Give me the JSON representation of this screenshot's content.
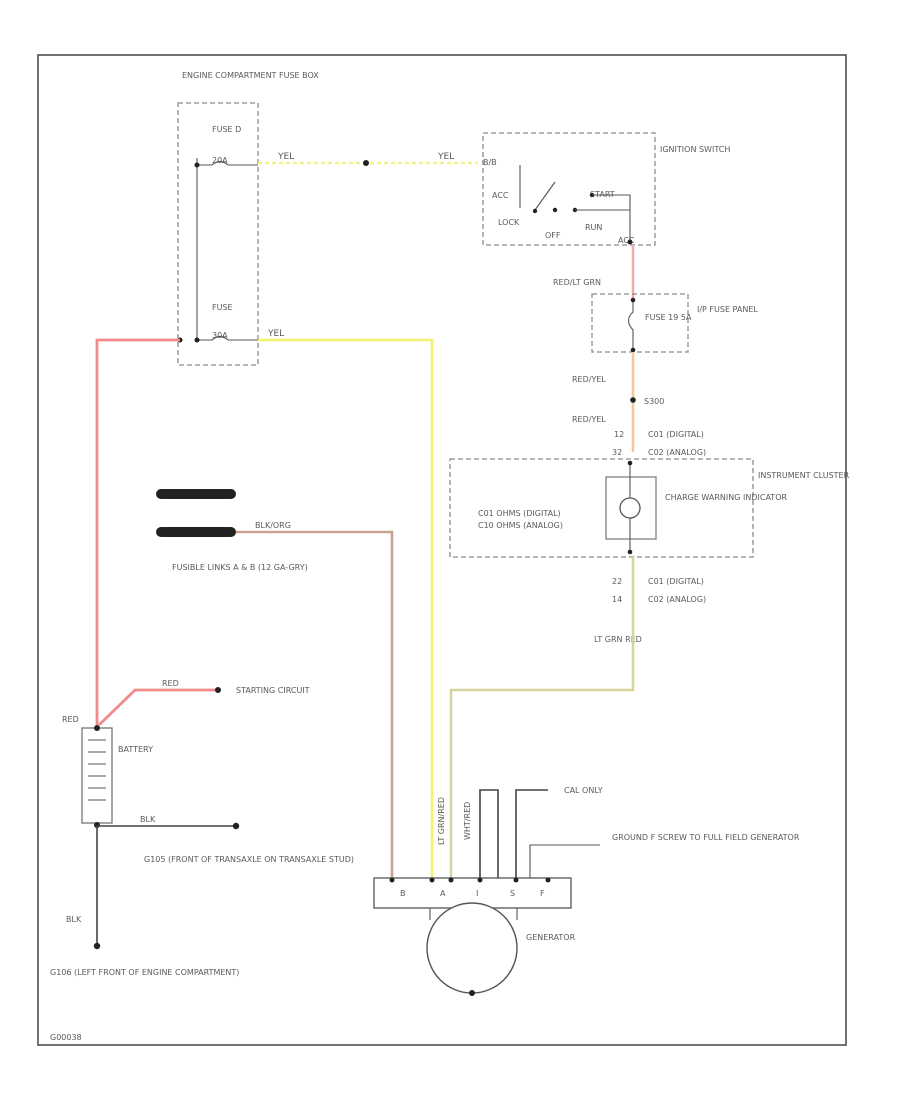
{
  "diagram": {
    "id_code": "G00038",
    "components": {
      "engine_box": "ENGINE COMPARTMENT FUSE BOX",
      "fuse_top": "FUSE D",
      "fuse_top_rating": "20A",
      "fuse_bottom": "FUSE",
      "fuse_bottom_rating": "30A",
      "ignition_switch": "IGNITION SWITCH",
      "ign_acc": "ACC",
      "ign_lock": "LOCK",
      "ign_off": "OFF",
      "ign_run": "RUN",
      "ign_start": "START",
      "ign_terminal_top": "B/B",
      "ign_terminal_bottom": "ACC",
      "ip_fuse_panel": "I/P FUSE PANEL",
      "fuse_19": "FUSE 19 5A",
      "instrument_cluster": "INSTRUMENT CLUSTER",
      "charge_indicator": "CHARGE WARNING INDICATOR",
      "cluster_note_digital": "C01 OHMS (DIGITAL)",
      "cluster_note_analog": "C10 OHMS (ANALOG)",
      "fusible_links": "FUSIBLE LINKS A & B (12 GA-GRY)",
      "starting_circuit": "STARTING CIRCUIT",
      "battery": "BATTERY",
      "ground_g105": "G105 (FRONT OF TRANSAXLE ON TRANSAXLE STUD)",
      "ground_g106": "G106 (LEFT FRONT OF ENGINE COMPARTMENT)",
      "generator": "GENERATOR",
      "cal_only": "CAL ONLY",
      "ground_note": "GROUND F SCREW TO FULL FIELD GENERATOR",
      "splice": "S300"
    },
    "wires": {
      "yel": "YEL",
      "red": "RED",
      "blk": "BLK",
      "red_lt_grn": "RED/LT GRN",
      "red_yel": "RED/YEL",
      "lt_grn_red": "LT GRN RED",
      "blk_org": "BLK/ORG",
      "wht_red": "WHT/RED",
      "lt_grn_red_v": "LT GRN/RED"
    },
    "pins": {
      "c01_digital_top": "C01 (DIGITAL)",
      "c02_analog_top": "C02 (ANALOG)",
      "pin_12": "12",
      "pin_32": "32",
      "pin_22": "22",
      "pin_14": "14",
      "c01_digital_bot": "C01 (DIGITAL)",
      "c02_analog_bot": "C02 (ANALOG)",
      "gen_a": "A",
      "gen_s": "S",
      "gen_i": "I",
      "gen_f": "F",
      "gen_b": "B"
    }
  }
}
